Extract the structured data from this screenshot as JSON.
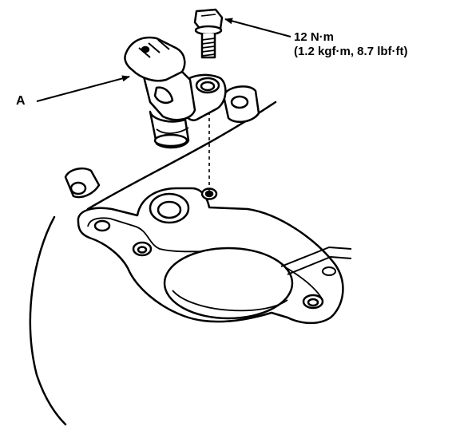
{
  "callouts": {
    "part_a": "A",
    "torque_line1": "12 N·m",
    "torque_line2": "(1.2 kgf·m, 8.7 lbf·ft)"
  },
  "colors": {
    "ink": "#000000",
    "paper": "#ffffff"
  }
}
